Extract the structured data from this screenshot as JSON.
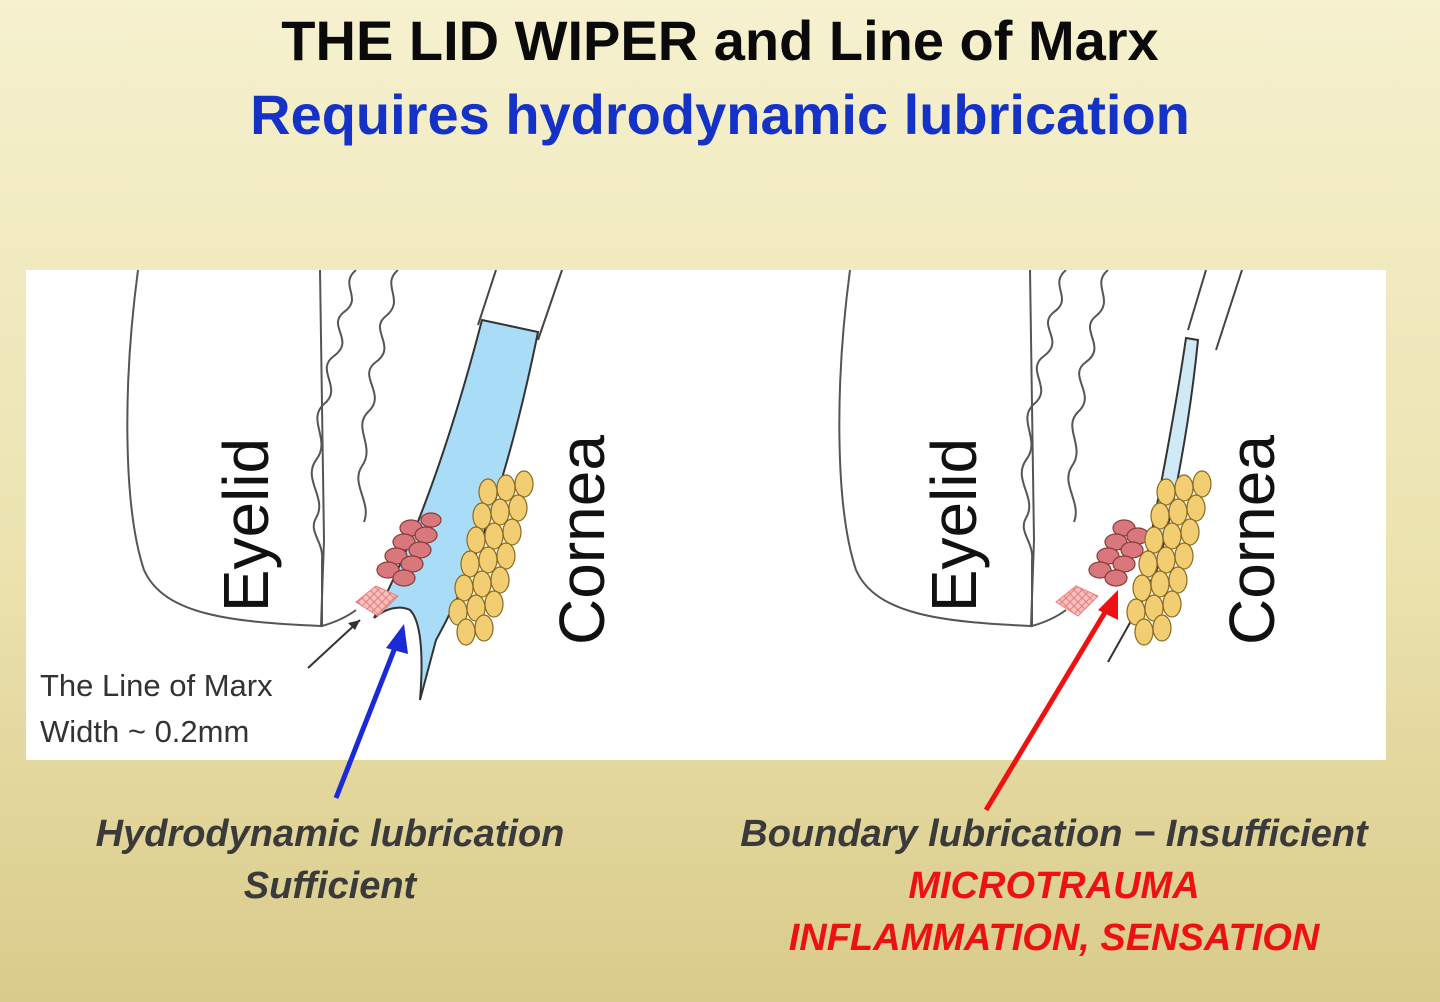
{
  "title": {
    "line1": "THE LID WIPER and Line of Marx",
    "line2": "Requires hydrodynamic lubrication"
  },
  "diagram": {
    "left": {
      "eyelid_label": "Eyelid",
      "cornea_label": "Cornea",
      "marx_line1": "The Line of Marx",
      "marx_line2": "Width ~ 0.2mm"
    },
    "right": {
      "eyelid_label": "Eyelid",
      "cornea_label": "Cornea"
    }
  },
  "captions": {
    "left_line1": "Hydrodynamic lubrication",
    "left_line2": "Sufficient",
    "right_line1": "Boundary lubrication − Insufficient",
    "right_line2": "MICROTRAUMA",
    "right_line3": "INFLAMMATION, SENSATION"
  },
  "colors": {
    "title": "#0a0a0a",
    "subtitle": "#1432c8",
    "tear_film": "#a9dcf6",
    "cornea_cells": "#f2cd72",
    "lid_wiper_cells": "#d9787c",
    "marx_cells": "#f3a6a0",
    "arrow_left": "#1a2ad6",
    "arrow_right": "#ee1111",
    "warning_text": "#ee1111"
  }
}
